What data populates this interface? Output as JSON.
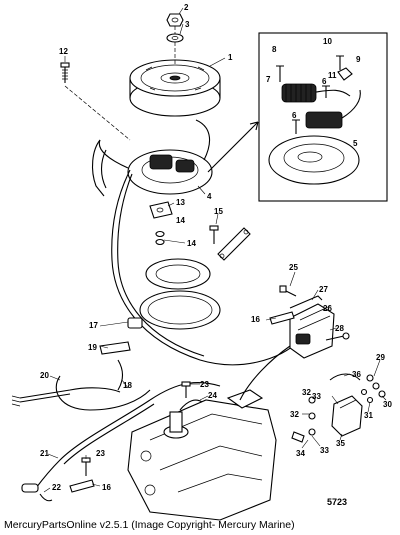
{
  "footer_text": "MercuryPartsOnline v2.5.1 (Image Copyright- Mercury Marine)",
  "figure_number": "5723",
  "callouts": [
    "1",
    "2",
    "3",
    "4",
    "5",
    "6",
    "7",
    "8",
    "9",
    "10",
    "11",
    "12",
    "13",
    "14",
    "15",
    "16",
    "17",
    "18",
    "19",
    "20",
    "21",
    "22",
    "23",
    "24",
    "25",
    "26",
    "27",
    "28",
    "29",
    "30",
    "31",
    "32",
    "33",
    "34",
    "35",
    "36"
  ],
  "extra_callouts": [
    "6",
    "14",
    "16",
    "23",
    "32",
    "33"
  ]
}
